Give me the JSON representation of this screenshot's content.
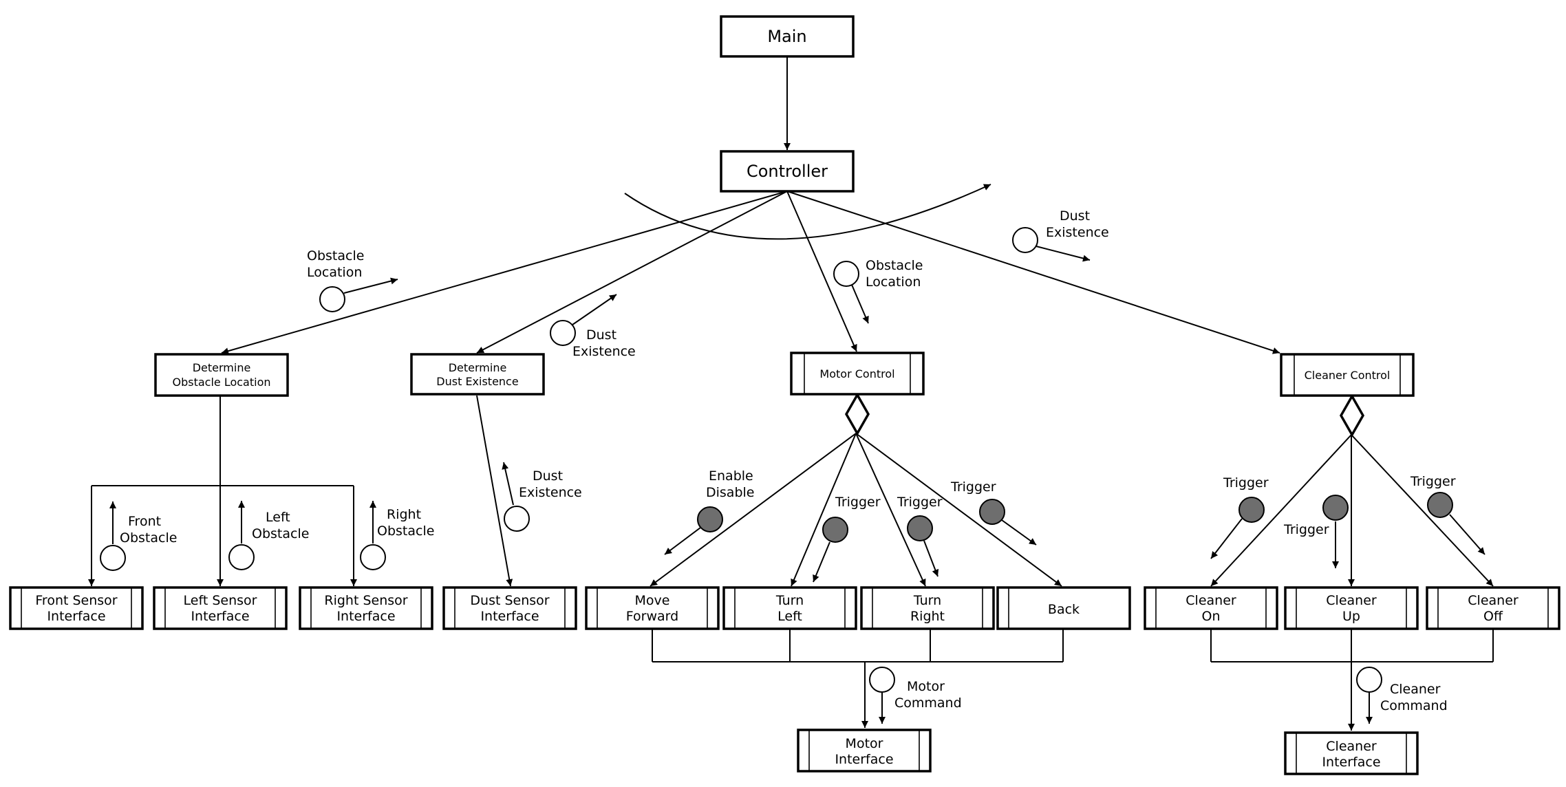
{
  "modules": {
    "main": "Main",
    "controller": "Controller",
    "determine_obstacle": [
      "Determine",
      "Obstacle Location"
    ],
    "determine_dust": [
      "Determine",
      "Dust Existence"
    ],
    "motor_control": "Motor Control",
    "cleaner_control": "Cleaner Control",
    "front_sensor": [
      "Front Sensor",
      "Interface"
    ],
    "left_sensor": [
      "Left Sensor",
      "Interface"
    ],
    "right_sensor": [
      "Right Sensor",
      "Interface"
    ],
    "dust_sensor": [
      "Dust Sensor",
      "Interface"
    ],
    "move_forward": [
      "Move",
      "Forward"
    ],
    "turn_left": [
      "Turn",
      "Left"
    ],
    "turn_right": [
      "Turn",
      "Right"
    ],
    "back": "Back",
    "cleaner_on": [
      "Cleaner",
      "On"
    ],
    "cleaner_up": [
      "Cleaner",
      "Up"
    ],
    "cleaner_off": [
      "Cleaner",
      "Off"
    ],
    "motor_interface": [
      "Motor",
      "Interface"
    ],
    "cleaner_interface": [
      "Cleaner",
      "Interface"
    ]
  },
  "couples": {
    "obstacle_location_left": [
      "Obstacle",
      "Location"
    ],
    "dust_existence_mid": [
      "Dust",
      "Existence"
    ],
    "obstacle_location_mid": [
      "Obstacle",
      "Location"
    ],
    "dust_existence_right": [
      "Dust",
      "Existence"
    ],
    "front_obstacle": [
      "Front",
      "Obstacle"
    ],
    "left_obstacle": [
      "Left",
      "Obstacle"
    ],
    "right_obstacle": [
      "Right",
      "Obstacle"
    ],
    "dust_existence_low": [
      "Dust",
      "Existence"
    ],
    "enable_disable": [
      "Enable",
      "Disable"
    ],
    "trigger_turn_left": "Trigger",
    "trigger_turn_right": "Trigger",
    "trigger_back": "Trigger",
    "trigger_cleaner_on": "Trigger",
    "trigger_cleaner_up": "Trigger",
    "trigger_cleaner_off": "Trigger",
    "motor_command": [
      "Motor",
      "Command"
    ],
    "cleaner_command": [
      "Cleaner",
      "Command"
    ]
  },
  "colors": {
    "control_flag_fill": "#6e6e6e",
    "data_couple_fill": "#ffffff",
    "line": "#000000"
  }
}
